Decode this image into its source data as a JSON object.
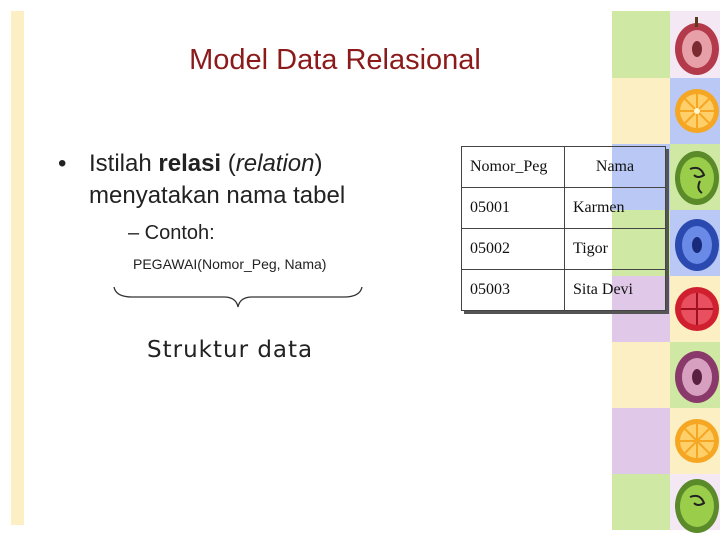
{
  "slide": {
    "title": "Model Data Relasional",
    "bullet": {
      "part1": "Istilah ",
      "bold": "relasi",
      "part2": " (",
      "italic": "relation",
      "part3": ")",
      "line2": "menyatakan nama tabel"
    },
    "sub_bullet": "– Contoh:",
    "example": "PEGAWAI(Nomor_Peg, Nama)",
    "brace_label": "Struktur data"
  },
  "table": {
    "headers": [
      "Nomor_Peg",
      "Nama"
    ],
    "rows": [
      [
        "05001",
        "Karmen"
      ],
      [
        "05002",
        "Tigor"
      ],
      [
        "05003",
        "Sita Devi"
      ]
    ]
  },
  "decoration": {
    "icons": [
      "apple-slice-icon",
      "orange-slice-icon",
      "kiwi-slice-icon",
      "blue-apple-icon",
      "red-fruit-icon",
      "apple-slice-icon",
      "orange-slice-icon",
      "kiwi-slice-icon"
    ],
    "colors": {
      "title": "#8b1a1a",
      "left_bar": "#fcefc4"
    }
  }
}
